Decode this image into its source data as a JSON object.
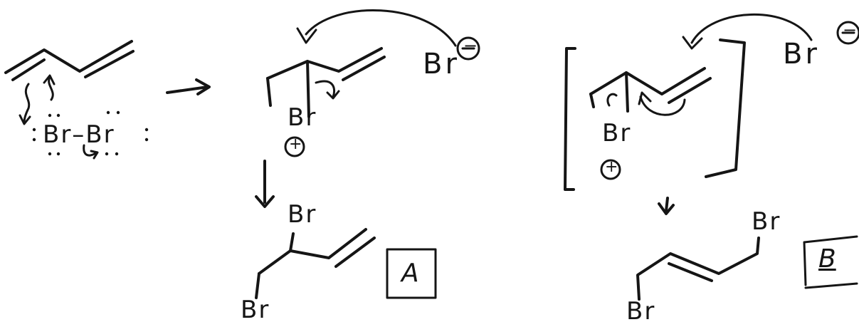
{
  "figure": {
    "reactant_br2": "Br–Br",
    "intermediate_1": {
      "bromine": "Br",
      "charge": "+"
    },
    "nucleophile_1": {
      "text": "Br",
      "charge": "−"
    },
    "product_A": {
      "br_top": "Br",
      "br_bottom": "Br",
      "label": "A"
    },
    "intermediate_2": {
      "bromine": "Br",
      "charge": "+"
    },
    "nucleophile_2": {
      "text": "Br",
      "charge": "−"
    },
    "product_B": {
      "br_top": "Br",
      "br_bottom": "Br",
      "label": "B"
    }
  }
}
